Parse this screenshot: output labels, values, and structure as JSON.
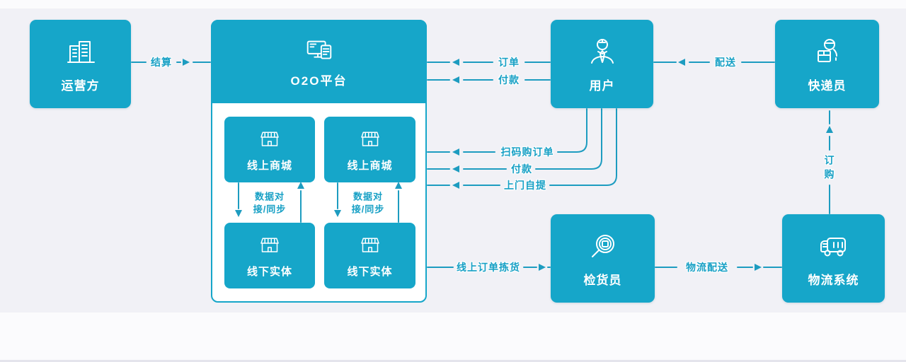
{
  "colors": {
    "node_fill": "#16a6c9",
    "connector_line": "#1d9cc0",
    "edge_label_text": "#17a0c5",
    "background": "#f1f1f6",
    "panel_background": "#ffffff"
  },
  "nodes": {
    "operator": {
      "label": "运营方"
    },
    "platform": {
      "label": "O2O平台"
    },
    "online_mall_1": {
      "label": "线上商城"
    },
    "online_mall_2": {
      "label": "线上商城"
    },
    "offline_entity_1": {
      "label": "线下实体"
    },
    "offline_entity_2": {
      "label": "线下实体"
    },
    "user": {
      "label": "用户"
    },
    "courier": {
      "label": "快递员"
    },
    "picker": {
      "label": "检货员"
    },
    "logistics": {
      "label": "物流系统"
    }
  },
  "edges": {
    "settlement": {
      "label": "结算"
    },
    "order": {
      "label": "订单"
    },
    "payment_top": {
      "label": "付款"
    },
    "scan_order": {
      "label": "扫码购订单"
    },
    "payment_bottom": {
      "label": "付款"
    },
    "self_pickup": {
      "label": "上门自提"
    },
    "sync_left": {
      "line1": "数据对",
      "line2": "接/同步"
    },
    "sync_right": {
      "line1": "数据对",
      "line2": "接/同步"
    },
    "online_order_picking": {
      "label": "线上订单拣货"
    },
    "logistics_delivery": {
      "label": "物流配送"
    },
    "delivery": {
      "label": "配送"
    },
    "dispatch": {
      "label": "订购"
    }
  }
}
